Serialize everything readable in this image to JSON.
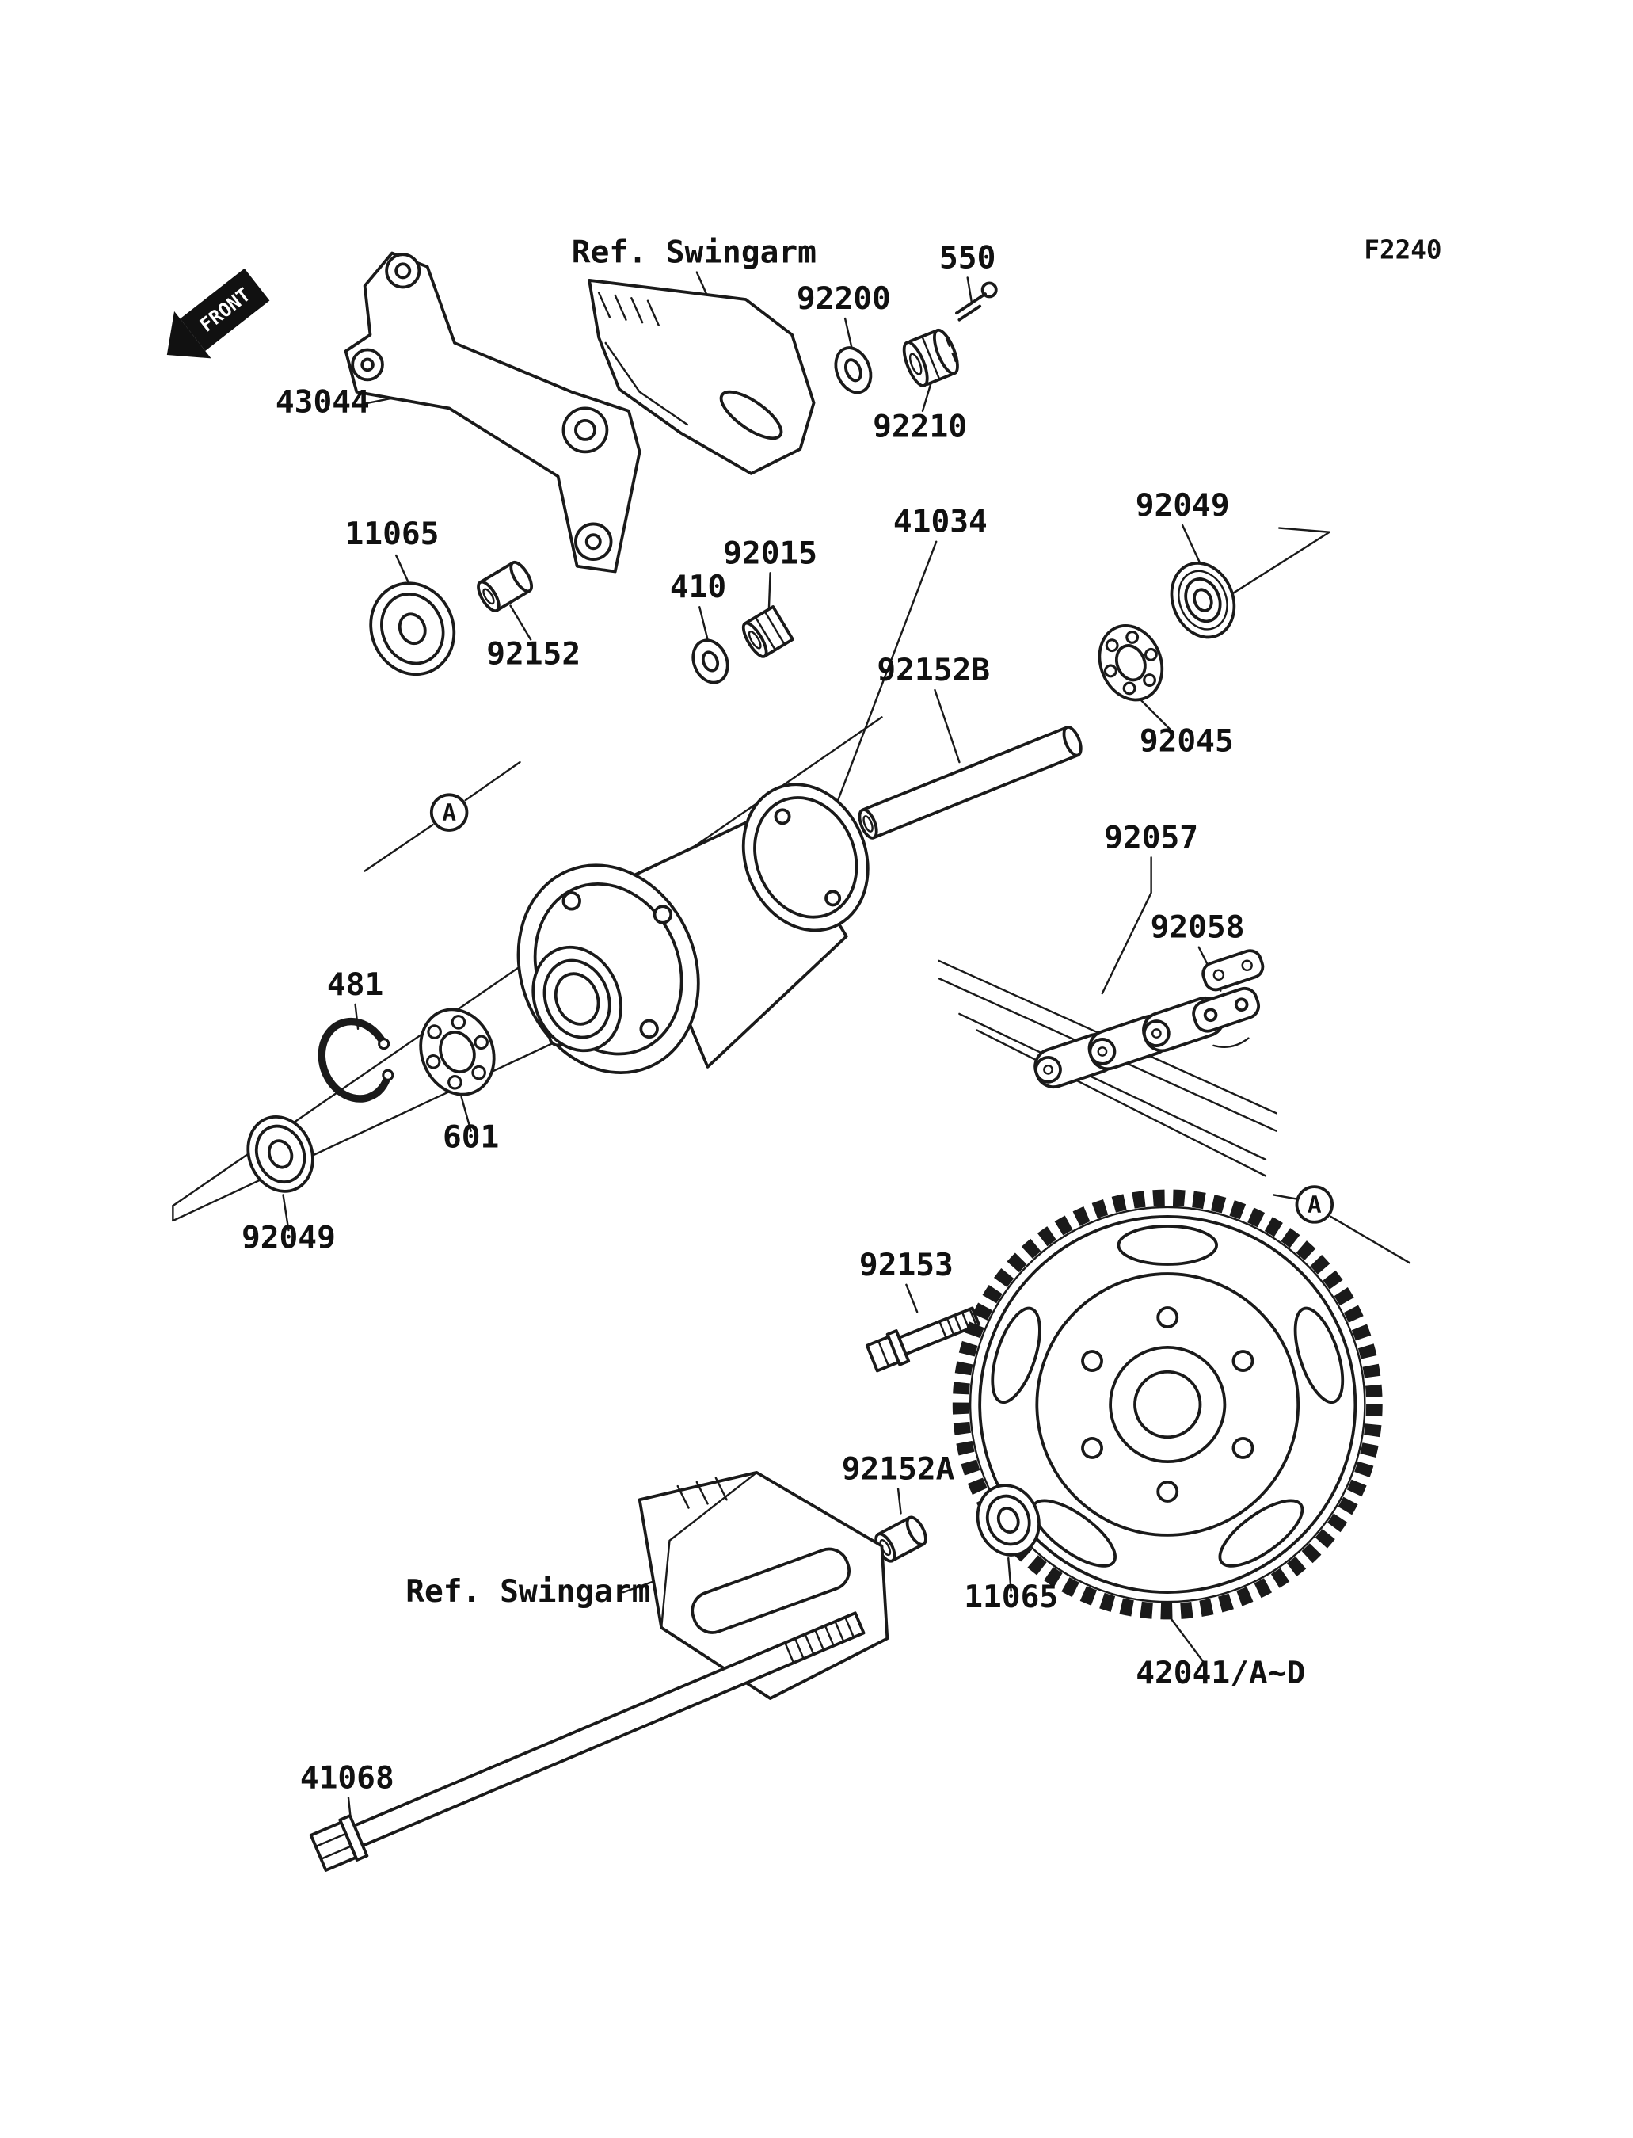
{
  "doc": {
    "code": "F2240",
    "front_label": "FRONT",
    "marker_a": "A"
  },
  "labels": {
    "ref_swingarm_top": "Ref. Swingarm",
    "ref_swingarm_bottom": "Ref. Swingarm",
    "p43044": "43044",
    "p92200": "92200",
    "p92210": "92210",
    "p550": "550",
    "p11065_left": "11065",
    "p92152": "92152",
    "p410": "410",
    "p92015": "92015",
    "p41034": "41034",
    "p92049_top": "92049",
    "p92152b": "92152B",
    "p92045": "92045",
    "p92057": "92057",
    "p92058": "92058",
    "p481": "481",
    "p601": "601",
    "p92049_bottom": "92049",
    "p92153": "92153",
    "p92152a": "92152A",
    "p11065_bottom": "11065",
    "p42041": "42041/A~D",
    "p41068": "41068"
  }
}
